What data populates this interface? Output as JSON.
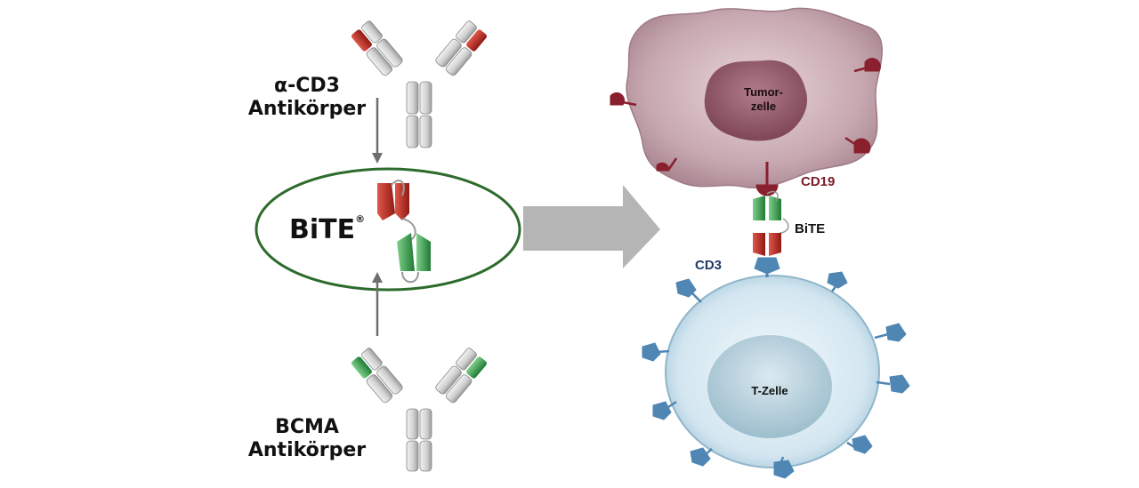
{
  "labels": {
    "anti_cd3_line1": "α-CD3",
    "anti_cd3_line2": "Antikörper",
    "bcma_line1": "BCMA",
    "bcma_line2": "Antikörper",
    "bite_main": "BiTE",
    "bite_registered": "®",
    "tumor_line1": "Tumor-",
    "tumor_line2": "zelle",
    "cd19": "CD19",
    "bite_small": "BiTE",
    "cd3": "CD3",
    "t_cell": "T-Zelle"
  },
  "colors": {
    "red_domain": "#b52a22",
    "green_domain": "#3a9a4e",
    "grey_domain": "#c8c8c8",
    "tumor_membrane": "#b89aa3",
    "tumor_nucleus": "#8e5464",
    "cd19_receptor": "#8a1f2e",
    "t_cell_membrane": "#d6e8f2",
    "t_cell_nucleus": "#aecbd8",
    "cd3_receptor": "#4f86b3",
    "ellipse_stroke": "#2d6b2d",
    "big_arrow": "#b5b5b5",
    "small_arrow": "#6e6e6e",
    "cd19_text": "#7a1a26",
    "cd3_text": "#1f3b66"
  }
}
